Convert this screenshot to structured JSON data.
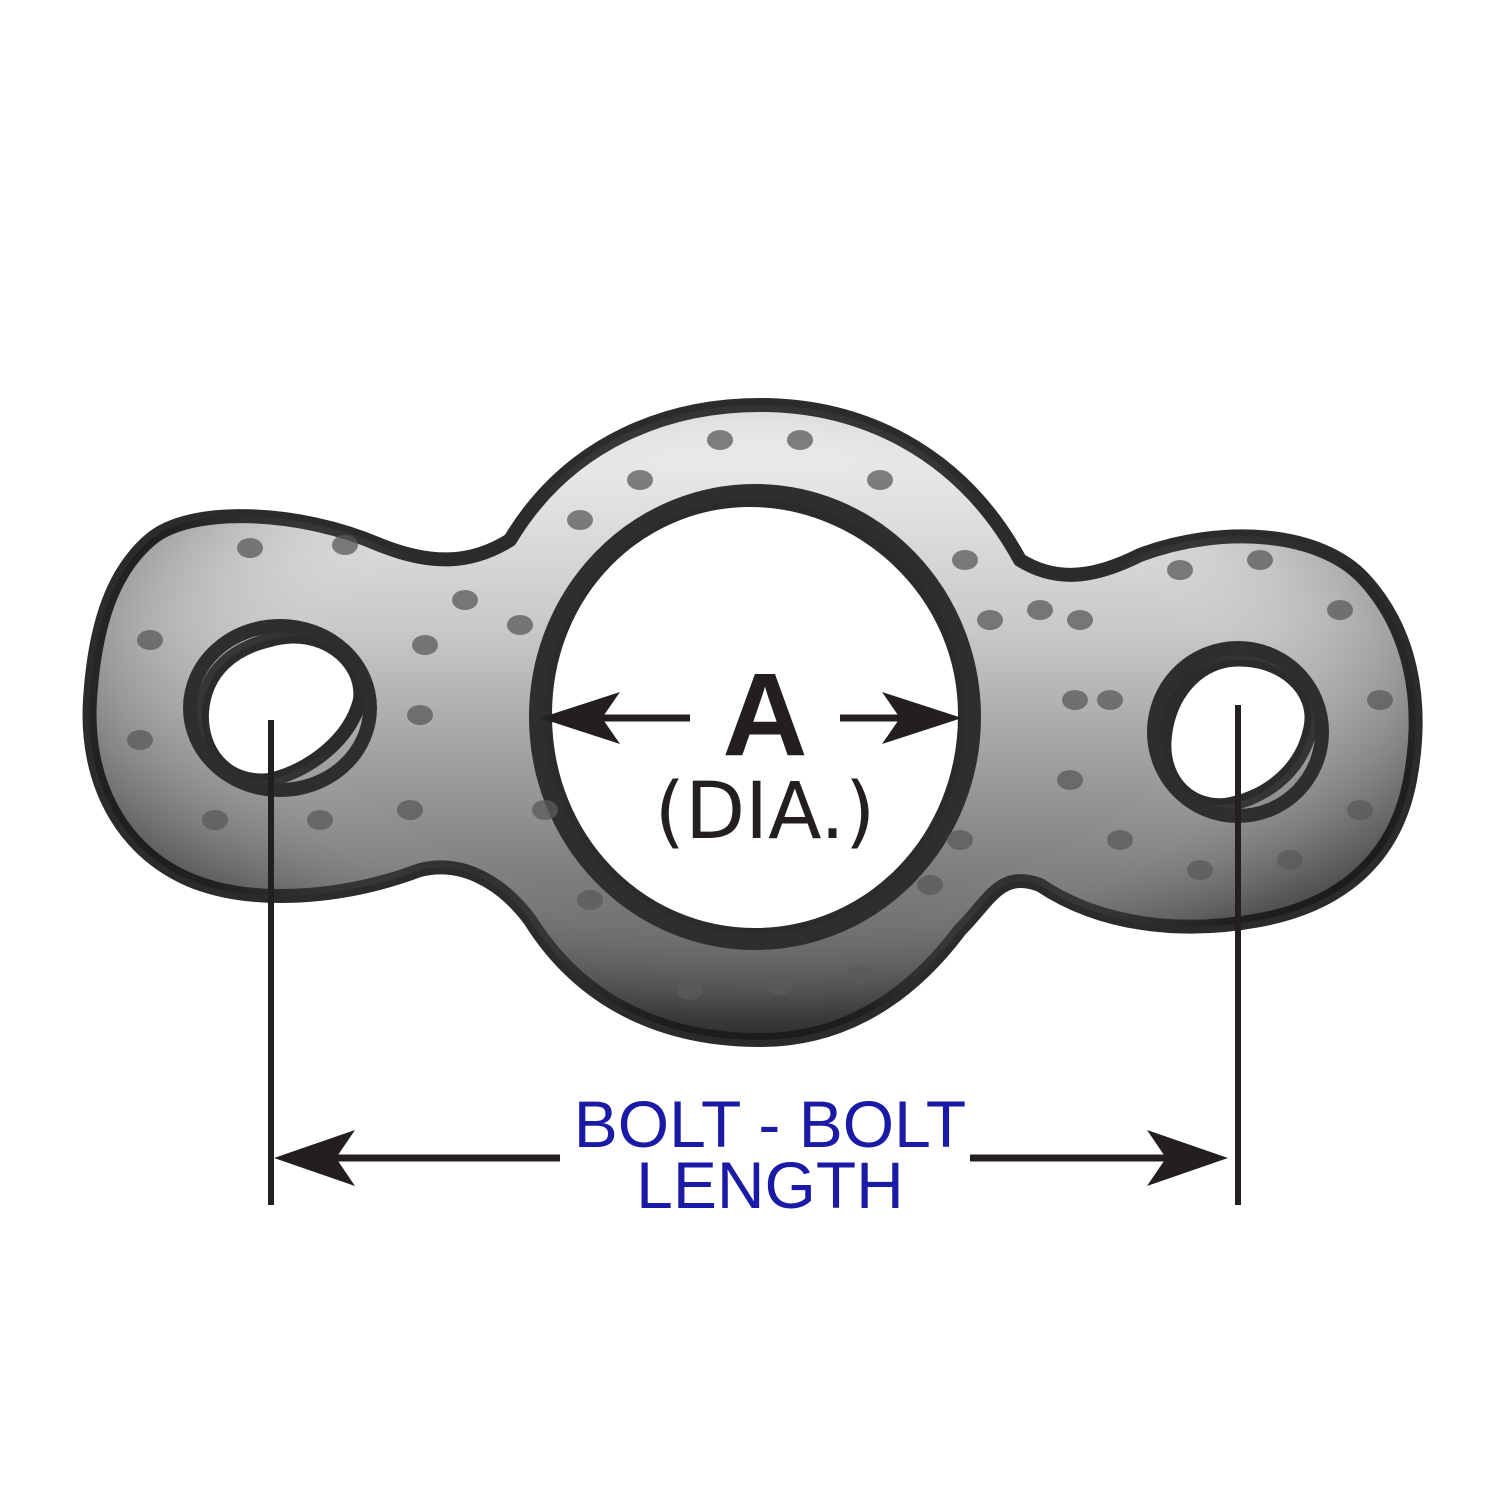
{
  "diameter": {
    "letter": "A",
    "note": "(DIA.)"
  },
  "bolt": {
    "line1": "BOLT - BOLT",
    "line2": "LENGTH"
  },
  "colors": {
    "metal_dark": "#3a3a3a",
    "metal_light": "#d8d8d8",
    "dimension_line": "#231f20",
    "label_blue": "#1a1aa6",
    "label_black": "#231f20"
  },
  "icons": {
    "part": "exhaust-gasket-icon",
    "arrow": "arrowhead-icon"
  }
}
